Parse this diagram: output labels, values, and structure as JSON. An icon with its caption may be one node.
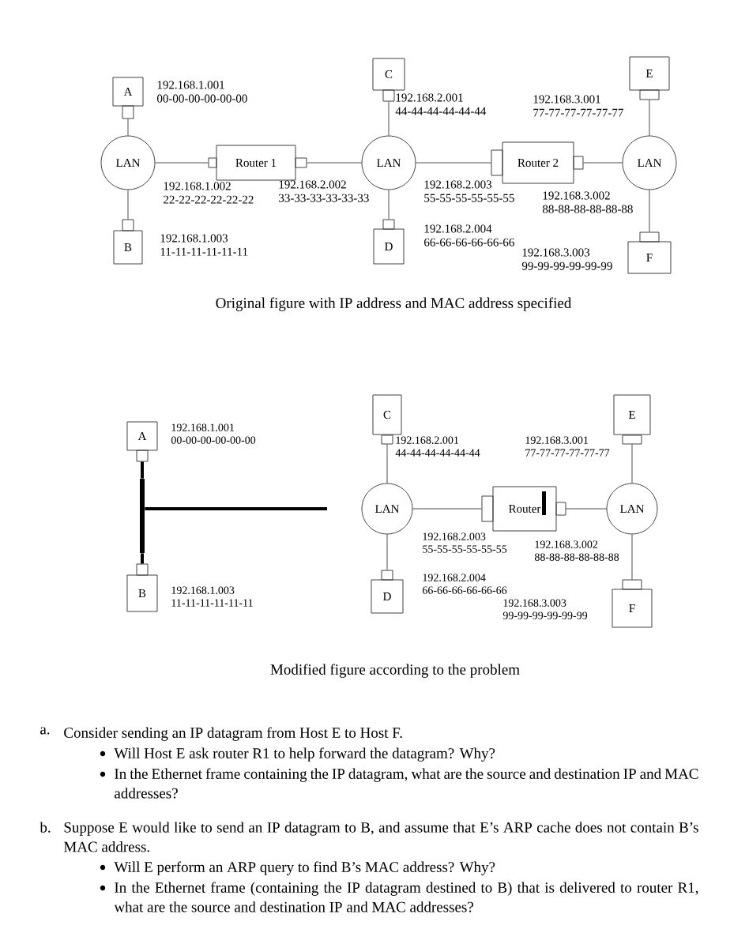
{
  "diagram": {
    "nodes": [
      {
        "text": [
          "A"
        ]
      },
      {
        "text": [
          "C"
        ]
      },
      {
        "text": [
          "E"
        ]
      },
      {
        "text": [
          "LAN"
        ]
      },
      {
        "text": [
          "Router 1"
        ]
      },
      {
        "text": [
          "LAN"
        ]
      },
      {
        "text": [
          "Router 2"
        ]
      },
      {
        "text": [
          "LAN"
        ]
      },
      {
        "text": [
          "B"
        ]
      },
      {
        "text": [
          "D"
        ]
      },
      {
        "text": [
          "F"
        ]
      },
      {
        "text": [
          "A"
        ]
      },
      {
        "text": [
          "C"
        ]
      },
      {
        "text": [
          "E"
        ]
      },
      {
        "text": [],
        "shape": "bar"
      },
      {
        "text": [
          "LAN"
        ]
      },
      {
        "text": [
          "Router"
        ]
      },
      {
        "text": [
          "LAN"
        ]
      },
      {
        "text": [
          "B"
        ]
      },
      {
        "text": [
          "D"
        ]
      },
      {
        "text": [
          "F"
        ]
      }
    ],
    "edges": [
      {
        "from": 0,
        "to": 3,
        "arrow": "none"
      },
      {
        "from": 3,
        "to": 4,
        "arrow": "none"
      },
      {
        "from": 4,
        "to": 5,
        "arrow": "none"
      },
      {
        "from": 1,
        "to": 5,
        "arrow": "none"
      },
      {
        "from": 9,
        "to": 5,
        "arrow": "none"
      },
      {
        "from": 5,
        "to": 6,
        "arrow": "none"
      },
      {
        "from": 6,
        "to": 7,
        "arrow": "none"
      },
      {
        "from": 2,
        "to": 7,
        "arrow": "none"
      },
      {
        "from": 8,
        "to": 3,
        "arrow": "none"
      },
      {
        "from": 10,
        "to": 7,
        "arrow": "none"
      },
      {
        "from": 11,
        "to": 14,
        "arrow": "none",
        "style": "thick"
      },
      {
        "from": 18,
        "to": 14,
        "arrow": "none",
        "style": "thick"
      },
      {
        "from": 14,
        "to": null,
        "arrow": "none",
        "style": "thick"
      },
      {
        "from": 12,
        "to": 15,
        "arrow": "none"
      },
      {
        "from": 19,
        "to": 15,
        "arrow": "none"
      },
      {
        "from": 15,
        "to": 16,
        "arrow": "none"
      },
      {
        "from": 16,
        "to": 17,
        "arrow": "none"
      },
      {
        "from": 13,
        "to": 17,
        "arrow": "none"
      },
      {
        "from": 20,
        "to": 17,
        "arrow": "none"
      }
    ],
    "labels": [
      "192.168.1.001 00-00-00-00-00-00",
      "192.168.2.001 44-44-44-44-44-44",
      "192.168.3.001 77-77-77-77-77-77",
      "192.168.1.002 22-22-22-22-22-22",
      "192.168.2.002 33-33-33-33-33-33",
      "192.168.2.003 55-55-55-55-55-55",
      "192.168.3.002 88-88-88-88-88-88",
      "192.168.1.003 11-11-11-11-11-11",
      "192.168.2.004 66-66-66-66-66-66",
      "192.168.3.003 99-99-99-99-99-99",
      "Original figure with IP address and MAC address specified",
      "192.168.1.001 00-00-00-00-00-00",
      "192.168.2.001 44-44-44-44-44-44",
      "192.168.3.001 77-77-77-77-77-77",
      "192.168.2.003 55-55-55-55-55-55",
      "192.168.3.002 88-88-88-88-88-88",
      "192.168.1.003 11-11-11-11-11-11",
      "192.168.2.004 66-66-66-66-66-66",
      "192.168.3.003 99-99-99-99-99-99",
      "Modified figure according to the problem",
      "a.",
      "Consider sending an IP datagram from Host E to Host F.",
      "Will Host E ask router R1 to help forward the datagram? Why?",
      "In the Ethernet frame containing the IP datagram, what are the source and destination IP and MAC addresses?",
      "b.",
      "Suppose E would like to send an IP datagram to B, and assume that E’s ARP cache does not contain B’s MAC address.",
      "Will E perform an ARP query to find B’s MAC address? Why?",
      "In the Ethernet frame (containing the IP datagram destined to B) that is delivered to router R1, what are the source and destination IP and MAC addresses?"
    ]
  }
}
